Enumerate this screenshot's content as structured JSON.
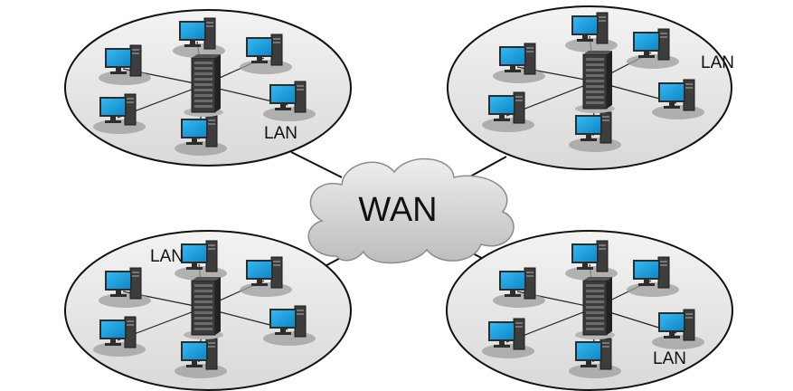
{
  "wan": {
    "label": "WAN"
  },
  "lans": [
    {
      "label": "LAN",
      "hosts": 6
    },
    {
      "label": "LAN",
      "hosts": 6
    },
    {
      "label": "LAN",
      "hosts": 6
    },
    {
      "label": "LAN",
      "hosts": 6
    }
  ],
  "colors": {
    "screen": "#1aa3e0",
    "lan_fill": "#e6e6e6",
    "cloud_fill": "#d9d9d9",
    "server": "#3a3a3a",
    "link": "#111111"
  },
  "icons": [
    "server-icon",
    "desktop-computer-icon",
    "cloud-icon"
  ]
}
